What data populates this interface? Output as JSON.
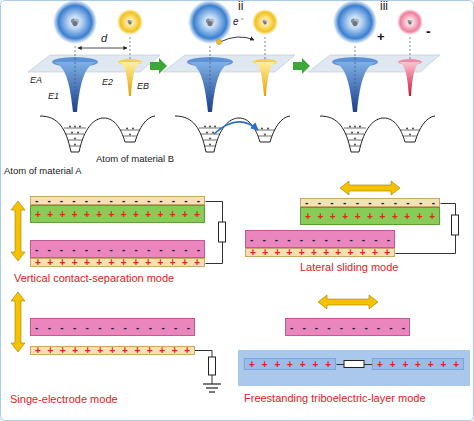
{
  "diagram": {
    "nodes": [
      {
        "text": [
          "- - - - - - - - - - - - - -"
        ]
      },
      {
        "text": [
          "+ + + + + + + + + + + + + +"
        ]
      },
      {
        "text": [
          "- - - - - - - - - - - - - -"
        ]
      },
      {
        "text": [
          "+ + + + + + + + + + + + + +"
        ]
      },
      {
        "text": [
          "- - - - - - - - - - -"
        ]
      },
      {
        "text": [
          "+ + + + + + + + + + +"
        ]
      },
      {
        "text": [
          "- - - - - - - - - - - -"
        ]
      },
      {
        "text": [
          "+ + + + + + + + + + + +"
        ]
      },
      {
        "text": [
          "- - - - - - - - - - - - -"
        ]
      },
      {
        "text": [
          "+ + + + + + + + + + + + +"
        ]
      },
      {
        "text": [
          "- - - - - - - - - -"
        ]
      },
      {
        "text": [
          "+ + + + + + +"
        ]
      },
      {
        "text": [
          "+ + + + + + +"
        ]
      }
    ],
    "edges": [
      {
        "from": 0,
        "to": 3,
        "arrow": "none"
      },
      {
        "from": 4,
        "to": 7,
        "arrow": "none"
      },
      {
        "from": 11,
        "to": 12,
        "arrow": "none"
      }
    ],
    "labels": [
      "ii",
      "iii",
      "d",
      "EA",
      "E1",
      "E2",
      "EB",
      "e⁻",
      "+",
      "-",
      "Atom of material B",
      "Atom of material A",
      "Vertical contact-separation mode",
      "Lateral sliding mode",
      "Singe-electrode mode",
      "Freestanding triboelectric-layer mode"
    ]
  }
}
